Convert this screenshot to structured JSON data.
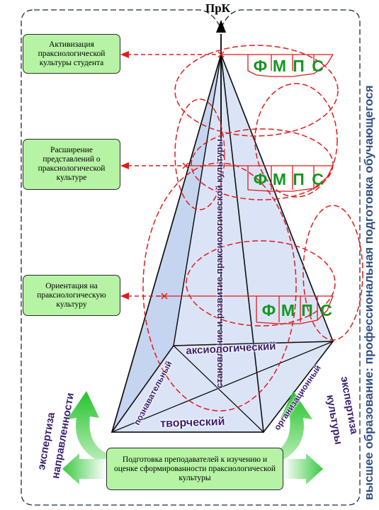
{
  "top": {
    "label": "ПрК"
  },
  "side_label": "высшее образование: профессиональная подготовка обучающегося",
  "levels": [
    {
      "text": "Активизация праксиологической культуры студента",
      "marks": [
        "Ф",
        "М",
        "П",
        "С"
      ]
    },
    {
      "text": "Расширение представлений о праксиологической культуре",
      "marks": [
        "Ф",
        "М",
        "П",
        "С"
      ]
    },
    {
      "text": "Ориентация на праксиологическую культуру",
      "marks": [
        "Ф",
        "М",
        "П",
        "С"
      ]
    }
  ],
  "axis_label": "становление и развитие праксиологической культуры",
  "faces": {
    "axiological": "аксиологический",
    "cognitive": "познавательный",
    "organizational": "организационный",
    "creative": "творческий"
  },
  "expertise": {
    "left_line1": "экспертиза",
    "left_line2": "направленности",
    "right_line1": "экспертиза",
    "right_line2": "культуры"
  },
  "bottom_box": "Подготовка преподавателей к изучению и оценке сформированности праксиологической культуры",
  "colors": {
    "box_fill": "#b6f3a4",
    "pyramid_fill": "#cfdcf3",
    "dashed_red": "#e01b1b",
    "marks_green": "#15961e",
    "side_label_blue": "#2f4f86",
    "arrow_green": "#22c32a"
  }
}
